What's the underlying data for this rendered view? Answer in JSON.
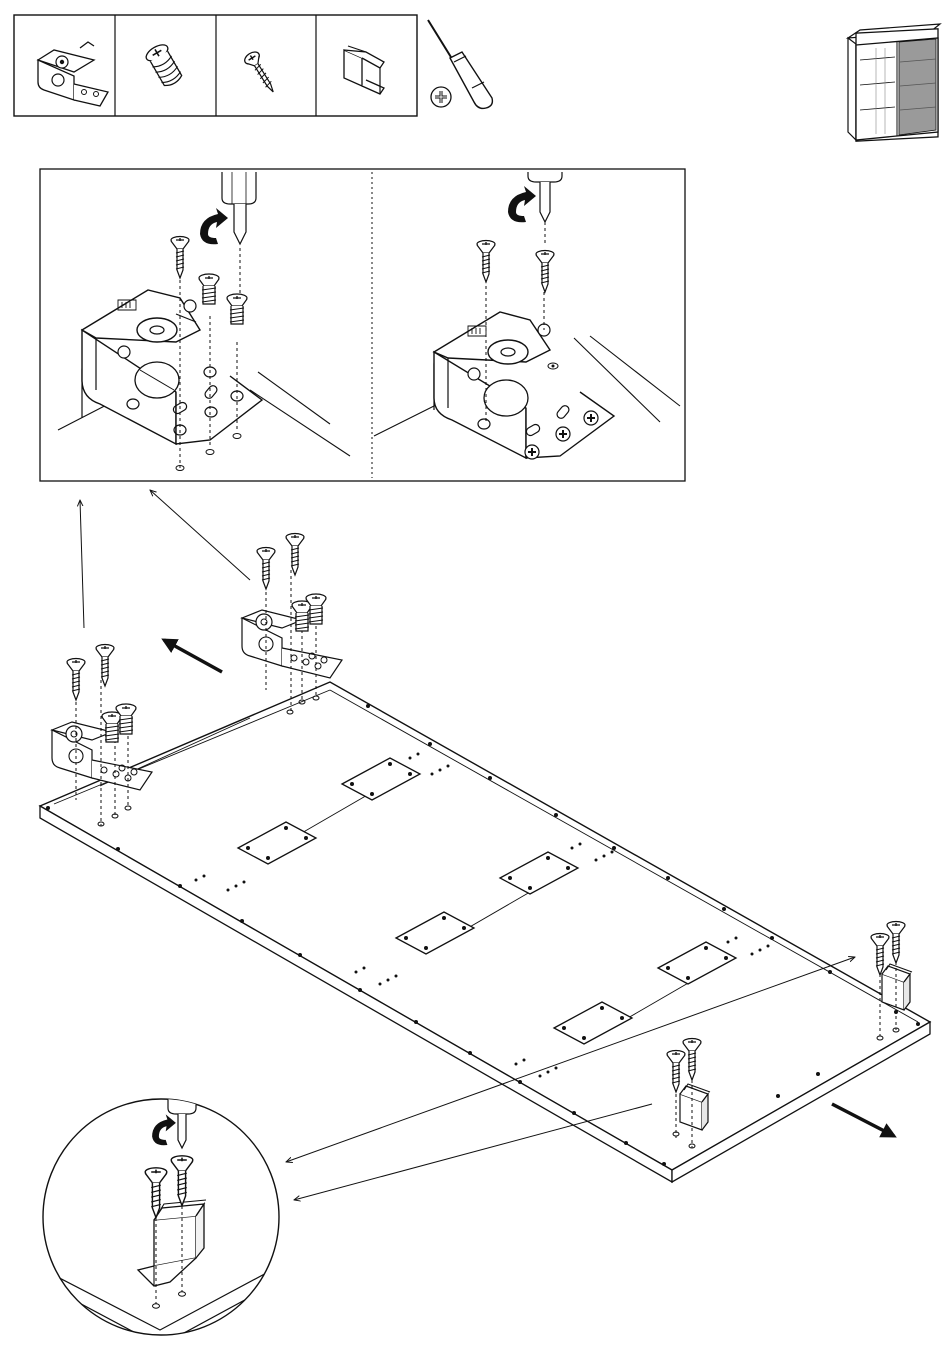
{
  "instruction_sheet": {
    "parts_bar": {
      "cells": [
        {
          "icon": "hinge-plate-icon",
          "quantity": ""
        },
        {
          "icon": "cam-screw-icon",
          "quantity": ""
        },
        {
          "icon": "wood-screw-icon",
          "quantity": ""
        },
        {
          "icon": "u-bracket-icon",
          "quantity": ""
        }
      ]
    },
    "tool": {
      "icon": "phillips-screwdriver-icon"
    },
    "product_preview": {
      "icon": "sliding-wardrobe-icon"
    },
    "detail_box": {
      "panels": [
        "before-screwing",
        "after-screwing"
      ]
    },
    "zoom_circle": {
      "icon": "u-bracket-detail-icon"
    },
    "panel_parts": {
      "hinge_plates": 2,
      "connector_plates": 6,
      "u_brackets": 2
    },
    "colors": {
      "line": "#111111",
      "background": "#ffffff",
      "shade": "#cfcfcf"
    }
  }
}
